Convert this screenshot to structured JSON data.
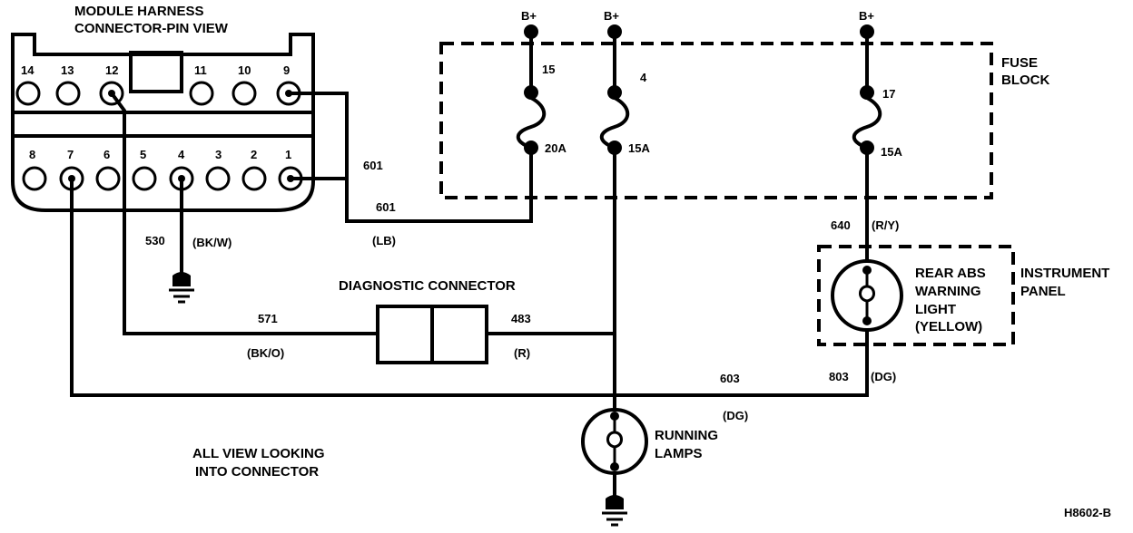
{
  "connector": {
    "title_line1": "MODULE HARNESS",
    "title_line2": "CONNECTOR-PIN VIEW",
    "top_pins": [
      "14",
      "13",
      "12",
      "11",
      "10",
      "9"
    ],
    "bottom_pins": [
      "8",
      "7",
      "6",
      "5",
      "4",
      "3",
      "2",
      "1"
    ]
  },
  "fuse_block": {
    "label_line1": "FUSE",
    "label_line2": "BLOCK",
    "power": [
      "B+",
      "B+",
      "B+"
    ],
    "fuses": [
      {
        "number": "15",
        "rating": "20A"
      },
      {
        "number": "4",
        "rating": "15A"
      },
      {
        "number": "17",
        "rating": "15A"
      }
    ]
  },
  "circuits": {
    "c601_a": "601",
    "c601_b": "601",
    "c601_color": "(LB)",
    "c530": "530",
    "c530_color": "(BK/W)",
    "c571": "571",
    "c571_color": "(BK/O)",
    "c483": "483",
    "c483_color": "(R)",
    "c603": "603",
    "c603_color": "(DG)",
    "c640": "640",
    "c640_color": "(R/Y)",
    "c803": "803",
    "c803_color": "(DG)"
  },
  "diagnostic_connector": "DIAGNOSTIC CONNECTOR",
  "instrument_panel": {
    "label_line1": "INSTRUMENT",
    "label_line2": "PANEL",
    "lamp_line1": "REAR ABS",
    "lamp_line2": "WARNING",
    "lamp_line3": "LIGHT",
    "lamp_line4": "(YELLOW)"
  },
  "running_lamps": {
    "line1": "RUNNING",
    "line2": "LAMPS"
  },
  "note": {
    "line1": "ALL VIEW LOOKING",
    "line2": "INTO CONNECTOR"
  },
  "figure_id": "H8602-B"
}
